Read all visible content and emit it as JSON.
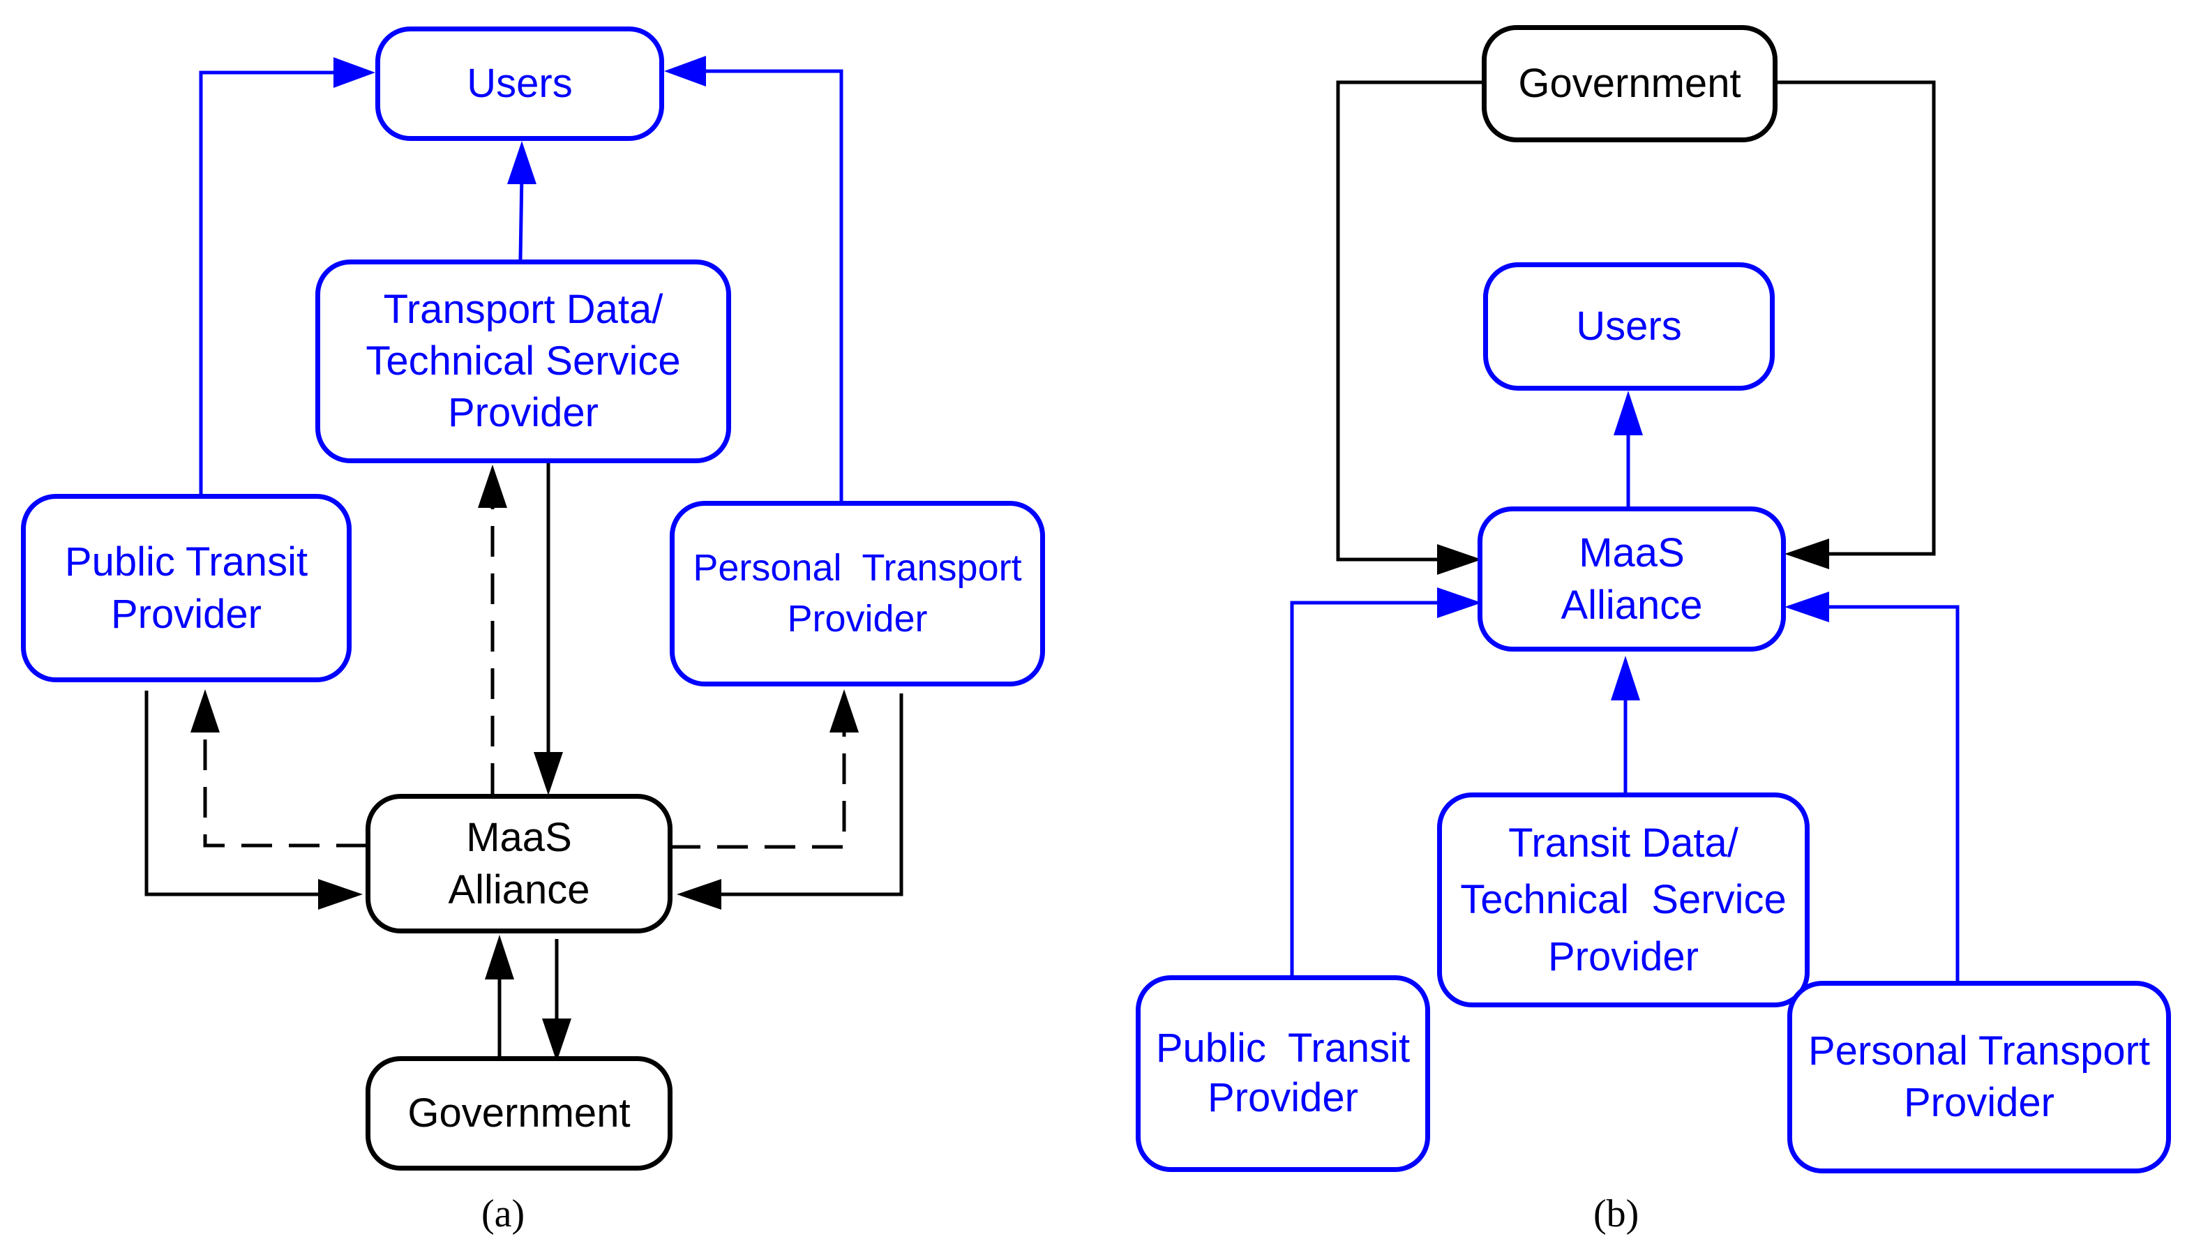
{
  "colors": {
    "blue": "#0000ff",
    "black": "#000000"
  },
  "diagram_a": {
    "users": "Users",
    "tds_provider": "Transport Data/\nTechnical Service\nProvider",
    "public_transit": "Public Transit\nProvider",
    "personal_transport": "Personal  Transport\nProvider",
    "maas_alliance": "MaaS\nAlliance",
    "government": "Government",
    "caption": "(a)"
  },
  "diagram_b": {
    "government": "Government",
    "users": "Users",
    "maas_alliance": "MaaS\nAlliance",
    "transit_data_provider": "Transit Data/\nTechnical  Service\nProvider",
    "public_transit": "Public  Transit\nProvider",
    "personal_transport": "Personal Transport\nProvider",
    "caption": "(b)"
  }
}
